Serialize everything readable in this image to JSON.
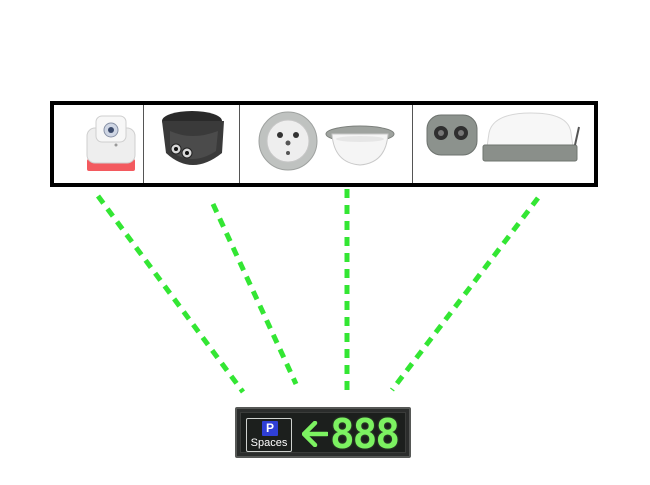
{
  "colors": {
    "link": "#33e633",
    "frame": "#000000",
    "sign_body": "#2b2d2c",
    "badge_blue": "#2f3fd6",
    "display_green": "#7cf261"
  },
  "sensors": [
    {
      "icon": "pan-tilt-camera-icon"
    },
    {
      "icon": "dome-camera-icon"
    },
    {
      "icon": "ceiling-sensor-pair-icon"
    },
    {
      "icon": "outdoor-sensor-pair-icon"
    }
  ],
  "sign": {
    "badge": "P",
    "label": "Spaces",
    "arrow_icon": "left-arrow-icon",
    "count": "888"
  }
}
